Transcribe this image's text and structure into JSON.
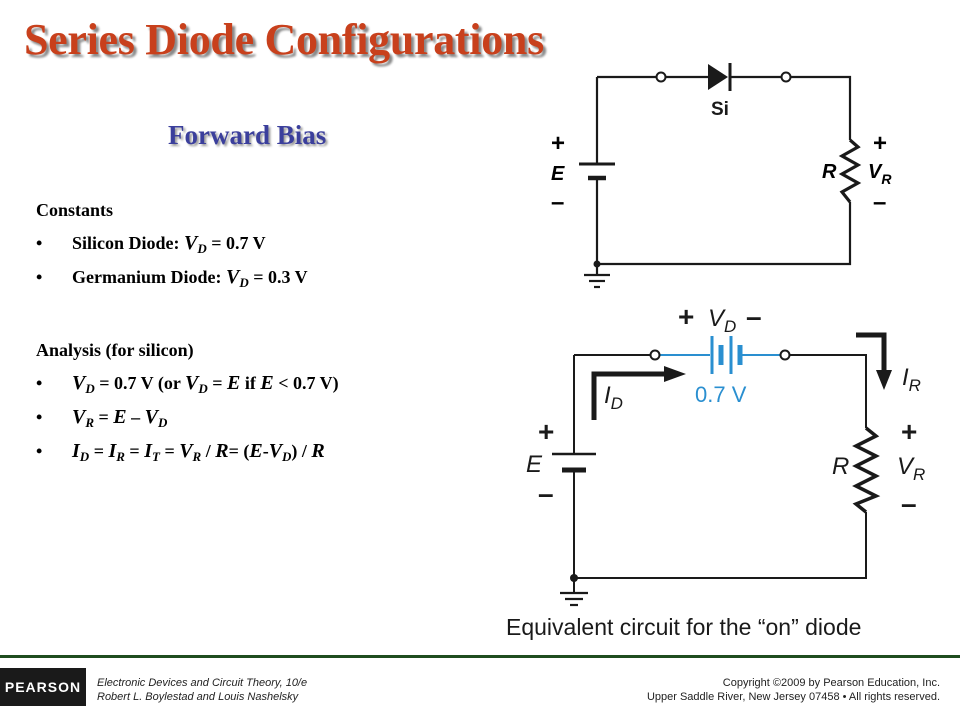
{
  "slide": {
    "title": "Series Diode Configurations",
    "subtitle": "Forward Bias"
  },
  "constants": {
    "heading": "Constants",
    "items": [
      {
        "prefix": "Silicon Diode: ",
        "var": "V",
        "sub": "D",
        "value": " = 0.7 V"
      },
      {
        "prefix": "Germanium Diode: ",
        "var": "V",
        "sub": "D",
        "value": " = 0.3 V"
      }
    ]
  },
  "analysis": {
    "heading": "Analysis (for silicon)",
    "eq1": {
      "t1": "V",
      "t2": "D",
      "t3": " = 0.7 V  (or ",
      "t4": "V",
      "t5": "D",
      "t6": " = ",
      "t7": "E",
      "t8": " if  ",
      "t9": "E",
      "t10": " < 0.7 V)"
    },
    "eq2": {
      "t1": "V",
      "t2": "R",
      "t3": " = ",
      "t4": "E",
      "t5": " – ",
      "t6": "V",
      "t7": "D"
    },
    "eq3": {
      "t1": "I",
      "t2": "D",
      "t3": " = ",
      "t4": "I",
      "t5": "R",
      "t6": " = ",
      "t7": "I",
      "t8": "T",
      "t9": " = ",
      "t10": "V",
      "t11": "R",
      "t12": " / ",
      "t13": "R",
      "t14": "= (",
      "t15": "E",
      "t16": "-",
      "t17": "V",
      "t18": "D",
      "t19": ") / ",
      "t20": "R"
    }
  },
  "circuit_top": {
    "diode_label": "Si",
    "plus": "+",
    "minus": "–",
    "source": "E",
    "resistor": "R",
    "vr_main": "V",
    "vr_sub": "R"
  },
  "circuit_bottom": {
    "plus": "+",
    "minus": "–",
    "vd_main": "V",
    "vd_sub": "D",
    "battery_value": "0.7 V",
    "id_main": "I",
    "id_sub": "D",
    "ir_main": "I",
    "ir_sub": "R",
    "source": "E",
    "resistor": "R",
    "vr_main": "V",
    "vr_sub": "R"
  },
  "caption": "Equivalent circuit for the “on” diode",
  "footer": {
    "logo": "PEARSON",
    "book_title": "Electronic Devices and Circuit Theory, 10/e",
    "authors": "Robert L. Boylestad and Louis Nashelsky",
    "copyright": "Copyright ©2009 by Pearson Education, Inc.",
    "rights": "Upper Saddle River, New Jersey 07458 • All rights reserved."
  },
  "colors": {
    "title": "#c8401c",
    "subtitle": "#3b3f9c",
    "accent_blue": "#2a8fd0",
    "divider": "#1f4d1f"
  }
}
